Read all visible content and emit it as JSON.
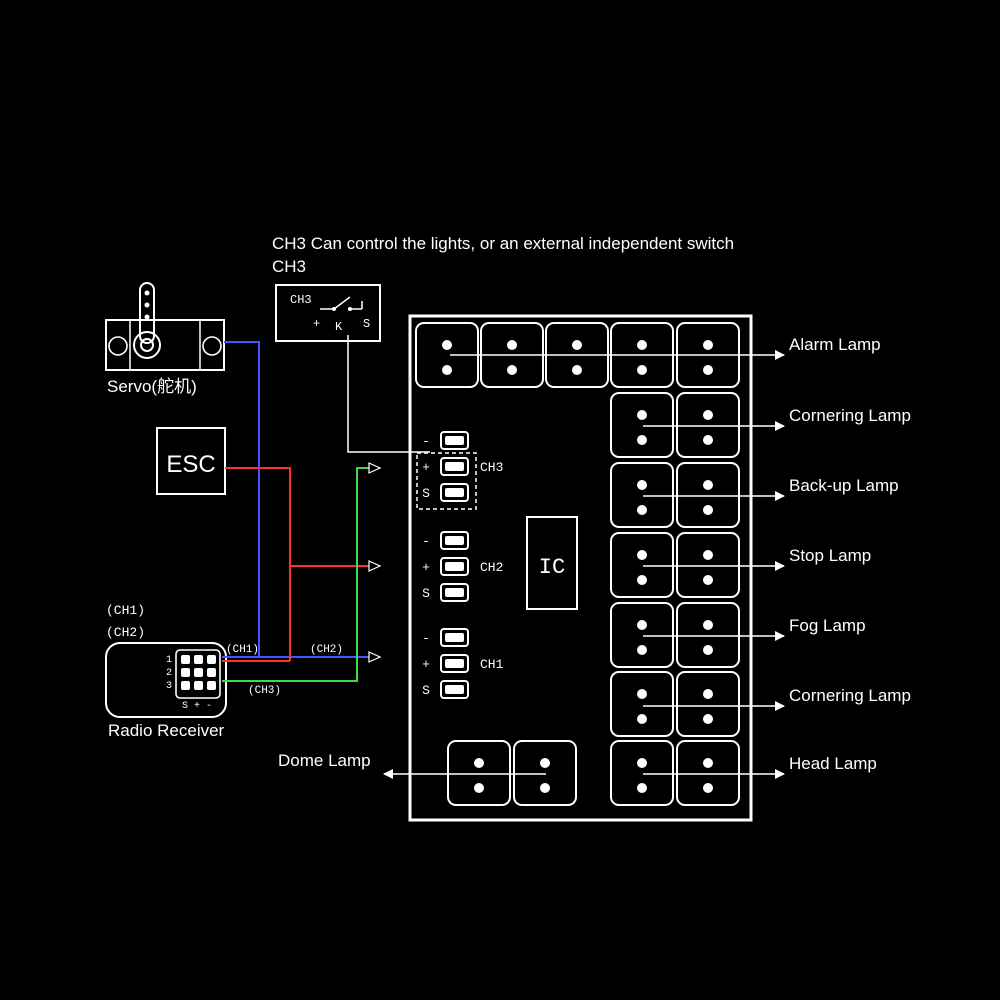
{
  "header": {
    "line1": "CH3 Can control the lights, or an external independent switch",
    "line2": "CH3"
  },
  "switch_box": {
    "label": "CH3",
    "pins": [
      "+",
      "K",
      "S"
    ]
  },
  "servo": {
    "label": "Servo(舵机)"
  },
  "esc": {
    "label": "ESC"
  },
  "receiver": {
    "label": "Radio Receiver",
    "channel_notes": [
      "(CH1)",
      "(CH2)"
    ],
    "row_numbers": [
      "1",
      "2",
      "3"
    ],
    "pin_labels": "S + -",
    "wire_labels": [
      "(CH1)",
      "(CH2)",
      "(CH3)"
    ]
  },
  "board": {
    "chip_label": "IC",
    "pin_signs": [
      "-",
      "+",
      "S"
    ],
    "channels": [
      "CH3",
      "CH2",
      "CH1"
    ]
  },
  "lamps": {
    "right": [
      "Alarm Lamp",
      "Cornering Lamp",
      "Back-up Lamp",
      "Stop Lamp",
      "Fog Lamp",
      "Cornering Lamp",
      "Head Lamp"
    ],
    "left": "Dome Lamp"
  },
  "colors": {
    "background": "#000000",
    "line": "#ffffff",
    "wire_blue": "#3b57ff",
    "wire_red": "#ff3030",
    "wire_green": "#3cdc46"
  }
}
